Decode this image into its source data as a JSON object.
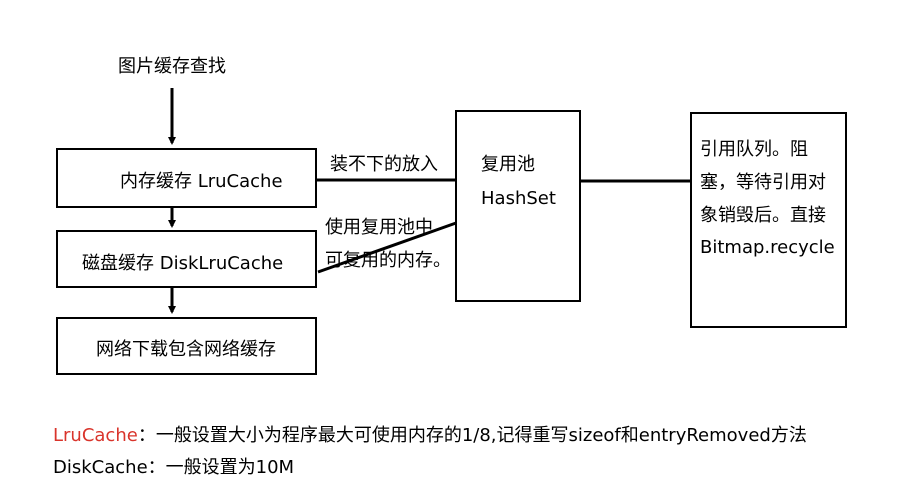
{
  "title": "图片缓存查找",
  "boxes": {
    "memory_cache": "内存缓存 LruCache",
    "disk_cache": "磁盘缓存 DiskLruCache",
    "network": "网络下载包含网络缓存",
    "reuse_pool_line1": "复用池",
    "reuse_pool_line2": "HashSet",
    "ref_queue_line1": "引用队列。阻",
    "ref_queue_line2": "塞，等待引用对",
    "ref_queue_line3": "象销毁后。直接",
    "ref_queue_line4": "Bitmap.recycle"
  },
  "edge_labels": {
    "put_overflow": "装不下的放入",
    "use_pool_line1": "使用复用池中",
    "use_pool_line2": "可复用的内存。"
  },
  "notes": {
    "lru_name": "LruCache",
    "lru_text": "：一般设置大小为程序最大可使用内存的1/8,记得重写sizeof和entryRemoved方法",
    "disk_text": "DiskCache：一般设置为10M"
  },
  "colors": {
    "highlight": "#d9342b",
    "line": "#000000"
  }
}
